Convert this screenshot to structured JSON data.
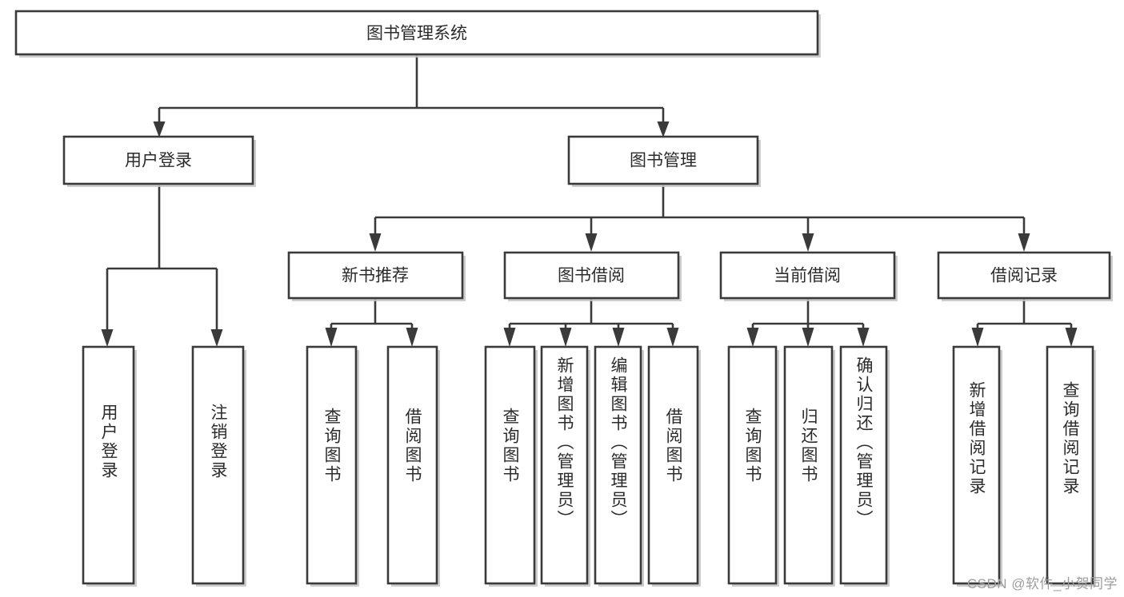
{
  "diagram": {
    "type": "tree-hierarchy",
    "title": "图书管理系统",
    "root": {
      "label": "图书管理系统"
    },
    "level1": [
      {
        "id": "user-login",
        "label": "用户登录"
      },
      {
        "id": "book-manage",
        "label": "图书管理"
      }
    ],
    "level2": [
      {
        "id": "new-book-rec",
        "label": "新书推荐",
        "parent": "book-manage"
      },
      {
        "id": "book-borrow",
        "label": "图书借阅",
        "parent": "book-manage"
      },
      {
        "id": "current-borrow",
        "label": "当前借阅",
        "parent": "book-manage"
      },
      {
        "id": "borrow-record",
        "label": "借阅记录",
        "parent": "book-manage"
      }
    ],
    "leaves": {
      "user-login": [
        {
          "id": "leaf-user-login",
          "label": "用户登录"
        },
        {
          "id": "leaf-user-logout",
          "label": "注销登录"
        }
      ],
      "new-book-rec": [
        {
          "id": "leaf-query-book-1",
          "label": "查询图书"
        },
        {
          "id": "leaf-borrow-book-1",
          "label": "借阅图书"
        }
      ],
      "book-borrow": [
        {
          "id": "leaf-query-book-2",
          "label": "查询图书"
        },
        {
          "id": "leaf-add-book",
          "label": "新增图书（管理员）"
        },
        {
          "id": "leaf-edit-book",
          "label": "编辑图书（管理员）"
        },
        {
          "id": "leaf-borrow-book-2",
          "label": "借阅图书"
        }
      ],
      "current-borrow": [
        {
          "id": "leaf-query-book-3",
          "label": "查询图书"
        },
        {
          "id": "leaf-return-book",
          "label": "归还图书"
        },
        {
          "id": "leaf-confirm-return",
          "label": "确认归还（管理员）"
        }
      ],
      "borrow-record": [
        {
          "id": "leaf-add-record",
          "label": "新增借阅记录"
        },
        {
          "id": "leaf-query-record",
          "label": "查询借阅记录"
        }
      ]
    }
  },
  "watermark": {
    "text": "CSDN @软件_小贺同学"
  },
  "colors": {
    "stroke": "#3a3a3a",
    "fill": "#ffffff",
    "text": "#2b2b2b",
    "shadow": "#c4c4c4",
    "watermark": "#9d9d9d"
  }
}
